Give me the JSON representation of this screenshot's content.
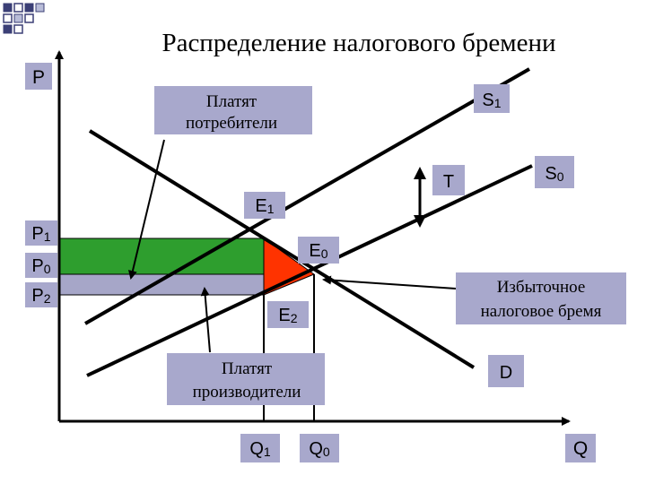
{
  "title": "Распределение налогового бремени",
  "axes": {
    "y": "P",
    "x": "Q"
  },
  "price_labels": {
    "p1": "P1",
    "p0": "P0",
    "p2": "P2"
  },
  "quantity_labels": {
    "q1": "Q1",
    "q0": "Q0"
  },
  "curve_labels": {
    "s1": "S1",
    "s0": "S0",
    "d": "D",
    "t": "T"
  },
  "points": {
    "e1": "E1",
    "e0": "E0",
    "e2": "E2"
  },
  "callouts": {
    "consumers": [
      "Платят",
      "потребители"
    ],
    "producers": [
      "Платят",
      "производители"
    ],
    "deadweight": [
      "Избыточное",
      "налоговое бремя"
    ]
  },
  "colors": {
    "consumer_area": "#2e9e2e",
    "producer_area": "#a6a6c8",
    "deadweight_area": "#ff3300",
    "callout_fill": "#a8a8cc",
    "ornament_dark": "#3b3f76",
    "ornament_light": "#b8bcd8"
  }
}
